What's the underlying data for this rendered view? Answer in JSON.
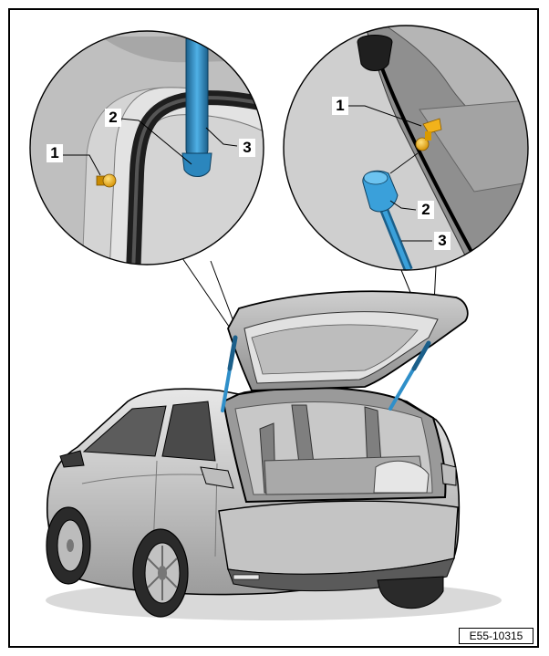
{
  "reference_code": "E55-10315",
  "left_inset": {
    "callouts": [
      {
        "id": "c1",
        "label": "1"
      },
      {
        "id": "c2",
        "label": "2"
      },
      {
        "id": "c3",
        "label": "3"
      }
    ]
  },
  "right_inset": {
    "callouts": [
      {
        "id": "c1",
        "label": "1"
      },
      {
        "id": "c2",
        "label": "2"
      },
      {
        "id": "c3",
        "label": "3"
      }
    ]
  },
  "colors": {
    "strut": "#2f8fc9",
    "strut_dark": "#1b5f8a",
    "ball_stud": "#f2b21b",
    "body_light": "#d6d6d6",
    "body_mid": "#b3b3b3",
    "body_dark": "#6e6e6e",
    "outline": "#000000"
  },
  "icons": {
    "ball_stud": "ball-stud-icon",
    "gas_strut": "gas-strut-icon"
  }
}
